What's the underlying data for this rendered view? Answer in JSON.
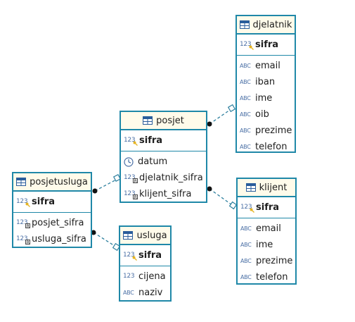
{
  "colors": {
    "border": "#1f88a8",
    "header_bg": "#fffbea",
    "connector": "#2d7f9e",
    "type_icon": "#4a6fa5"
  },
  "entities": {
    "djelatnik": {
      "title": "djelatnik",
      "pk": [
        {
          "name": "sifra",
          "type": "123"
        }
      ],
      "columns": [
        {
          "name": "email",
          "type": "ABC"
        },
        {
          "name": "iban",
          "type": "ABC"
        },
        {
          "name": "ime",
          "type": "ABC"
        },
        {
          "name": "oib",
          "type": "ABC"
        },
        {
          "name": "prezime",
          "type": "ABC"
        },
        {
          "name": "telefon",
          "type": "ABC"
        }
      ]
    },
    "posjet": {
      "title": "posjet",
      "pk": [
        {
          "name": "sifra",
          "type": "123"
        }
      ],
      "columns": [
        {
          "name": "datum",
          "type": "date"
        },
        {
          "name": "djelatnik_sifra",
          "type": "123"
        },
        {
          "name": "klijent_sifra",
          "type": "123"
        }
      ]
    },
    "klijent": {
      "title": "klijent",
      "pk": [
        {
          "name": "sifra",
          "type": "123"
        }
      ],
      "columns": [
        {
          "name": "email",
          "type": "ABC"
        },
        {
          "name": "ime",
          "type": "ABC"
        },
        {
          "name": "prezime",
          "type": "ABC"
        },
        {
          "name": "telefon",
          "type": "ABC"
        }
      ]
    },
    "posjetusluga": {
      "title": "posjetusluga",
      "pk": [
        {
          "name": "sifra",
          "type": "123"
        }
      ],
      "columns": [
        {
          "name": "posjet_sifra",
          "type": "123"
        },
        {
          "name": "usluga_sifra",
          "type": "123"
        }
      ]
    },
    "usluga": {
      "title": "usluga",
      "pk": [
        {
          "name": "sifra",
          "type": "123"
        }
      ],
      "columns": [
        {
          "name": "cijena",
          "type": "123"
        },
        {
          "name": "naziv",
          "type": "ABC"
        }
      ]
    }
  }
}
